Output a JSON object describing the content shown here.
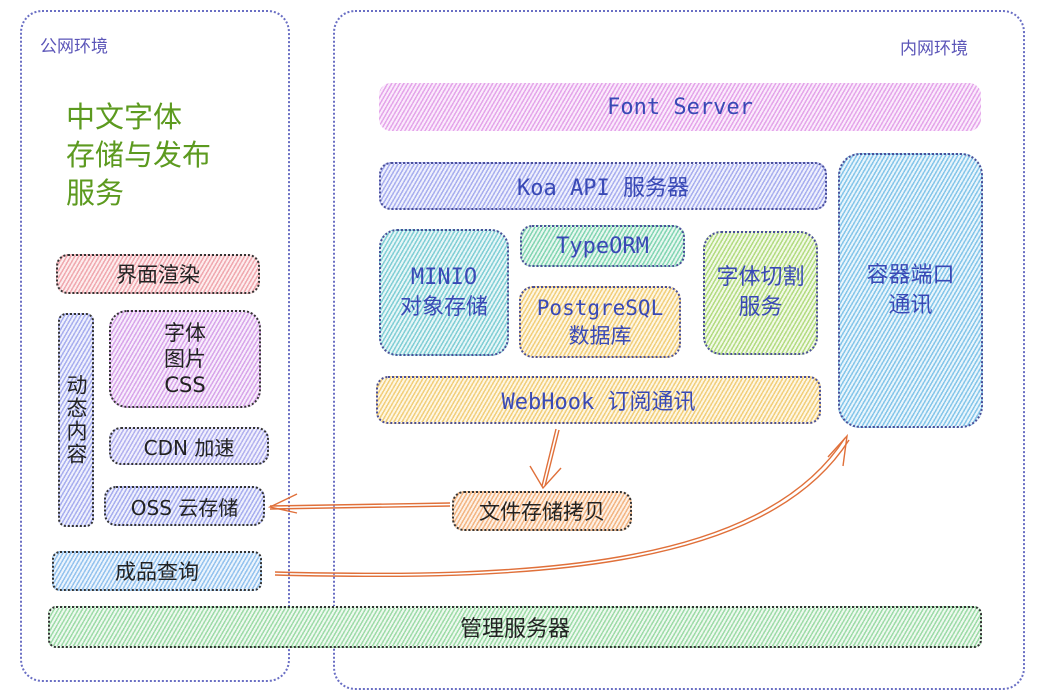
{
  "zones": {
    "public": {
      "label": "公网环境"
    },
    "internal": {
      "label": "内网环境"
    }
  },
  "title": {
    "lines": [
      "中文字体",
      "存储与发布",
      "服务"
    ]
  },
  "public_nodes": {
    "ui_render": "界面渲染",
    "dynamic_content": "动态内容",
    "static_assets": [
      "字体",
      "图片",
      "CSS"
    ],
    "cdn": "CDN 加速",
    "oss": "OSS 云存储",
    "product_query": "成品查询"
  },
  "internal_nodes": {
    "font_server": "Font Server",
    "koa_api": "Koa API 服务器",
    "minio": [
      "MINIO",
      "对象存储"
    ],
    "typeorm": "TypeORM",
    "postgres": [
      "PostgreSQL",
      "数据库"
    ],
    "font_split": [
      "字体切割",
      "服务"
    ],
    "container_comm": [
      "容器端口",
      "通讯"
    ],
    "webhook": "WebHook 订阅通讯",
    "file_copy": "文件存储拷贝"
  },
  "admin": {
    "label": "管理服务器"
  },
  "connections": [
    {
      "from": "webhook",
      "to": "file_copy"
    },
    {
      "from": "file_copy",
      "to": "oss"
    },
    {
      "from": "product_query",
      "to": "container_comm"
    }
  ],
  "colors": {
    "title": "#5c9a1f",
    "zone_border": "#6a6fc4",
    "arrow": "#e0703a"
  }
}
